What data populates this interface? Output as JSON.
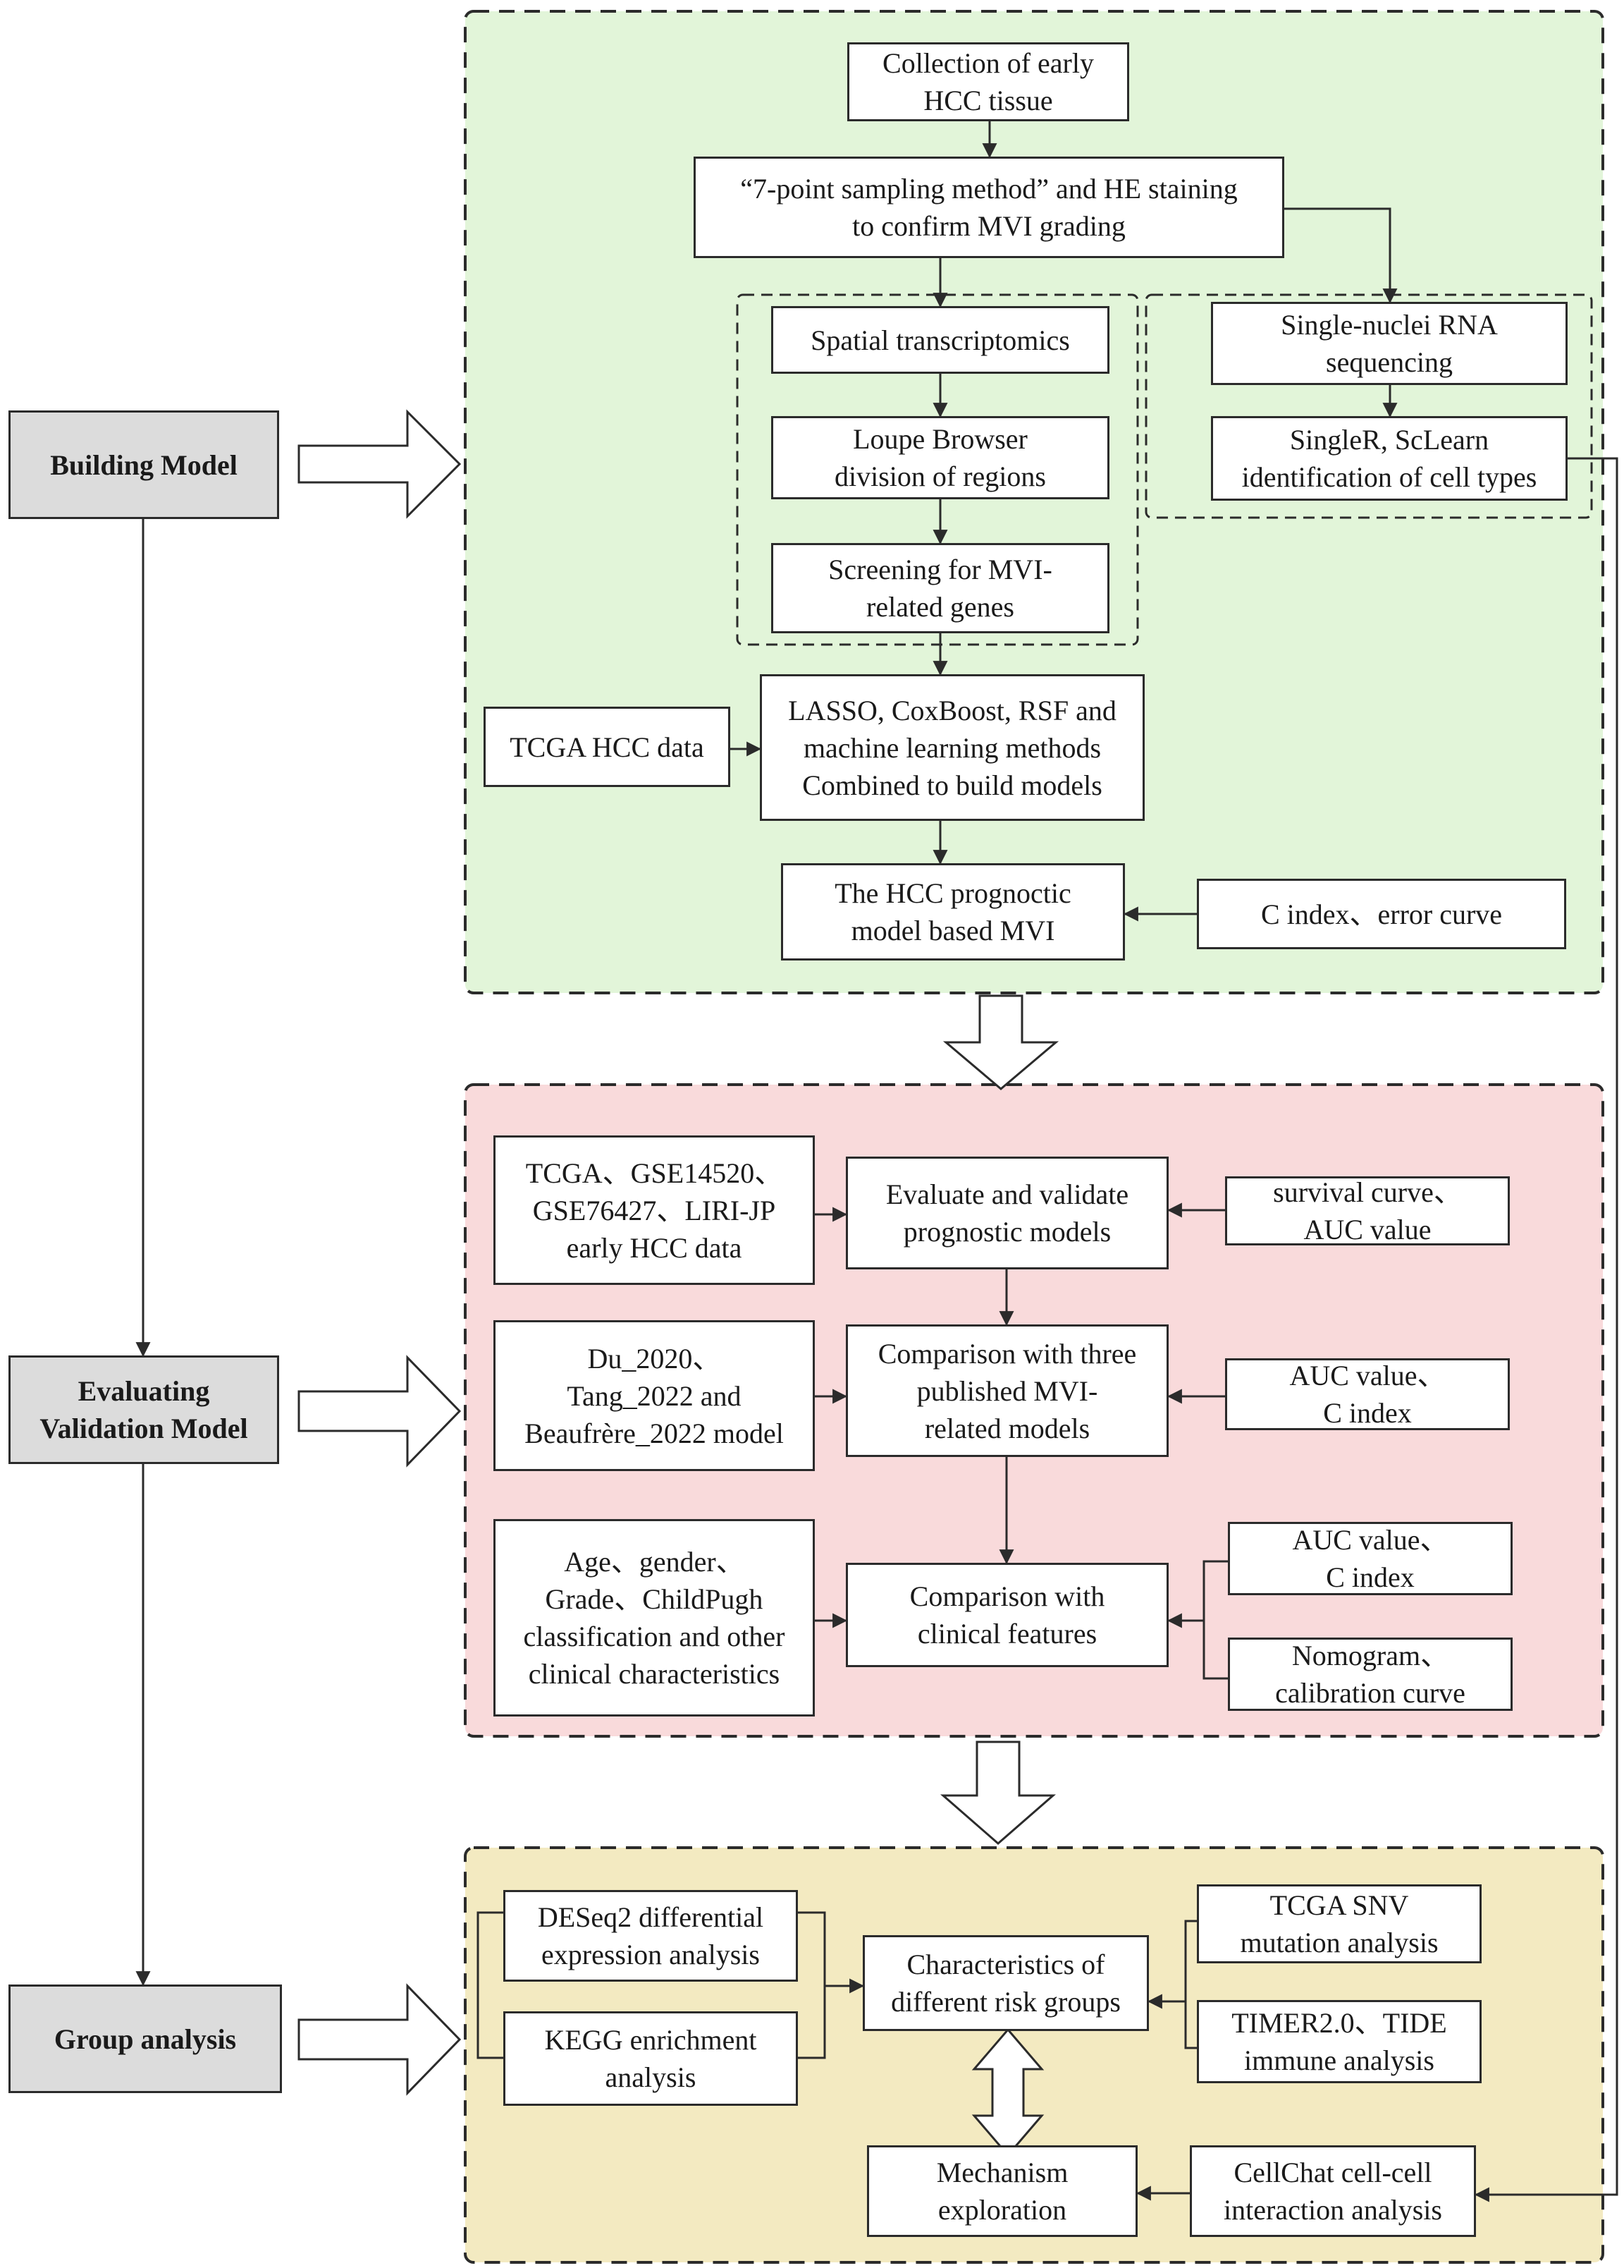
{
  "colors": {
    "build_panel": "#e2f5d9",
    "eval_panel": "#f9dadb",
    "group_panel": "#f3eac1",
    "stage_box": "#dcdcdc",
    "line": "#2b2b2b"
  },
  "stages": {
    "building": "Building Model",
    "evaluating": "Evaluating\nValidation Model",
    "group": "Group analysis"
  },
  "build": {
    "collection": "Collection of early\nHCC tissue",
    "sampling": "“7-point sampling method” and HE staining\nto confirm MVI grading",
    "spatial": "Spatial transcriptomics",
    "loupe": "Loupe Browser\ndivision of regions",
    "screening": "Screening for MVI-\nrelated genes",
    "snrna": "Single-nuclei RNA\nsequencing",
    "singler": "SingleR, ScLearn\nidentification of cell types",
    "tcga": "TCGA HCC data",
    "lasso": "LASSO, CoxBoost, RSF and\nmachine learning methods\nCombined to build models",
    "model": "The HCC prognoctic\nmodel based MVI",
    "cindex": "C index、error curve"
  },
  "evaluate": {
    "datasets": "TCGA、GSE14520、\nGSE76427、LIRI-JP\nearly HCC data",
    "validate": "Evaluate and validate\nprognostic models",
    "survival": "survival curve、\nAUC value",
    "published": "Du_2020、\nTang_2022 and\nBeaufrère_2022 model",
    "compare_pub": "Comparison with three\npublished MVI-\nrelated models",
    "auc1": "AUC value、\nC index",
    "clinical_chars": "Age、gender、\nGrade、ChildPugh\nclassification and other\nclinical characteristics",
    "compare_clin": "Comparison with\nclinical features",
    "auc2": "AUC value、\nC index",
    "nomogram": "Nomogram、\ncalibration curve"
  },
  "group": {
    "deseq": "DESeq2 differential\nexpression analysis",
    "kegg": "KEGG enrichment\nanalysis",
    "characteristics": "Characteristics of\ndifferent risk groups",
    "snv": "TCGA SNV\nmutation analysis",
    "timer": "TIMER2.0、TIDE\nimmune analysis",
    "mechanism": "Mechanism\nexploration",
    "cellchat": "CellChat cell-cell\ninteraction analysis"
  }
}
